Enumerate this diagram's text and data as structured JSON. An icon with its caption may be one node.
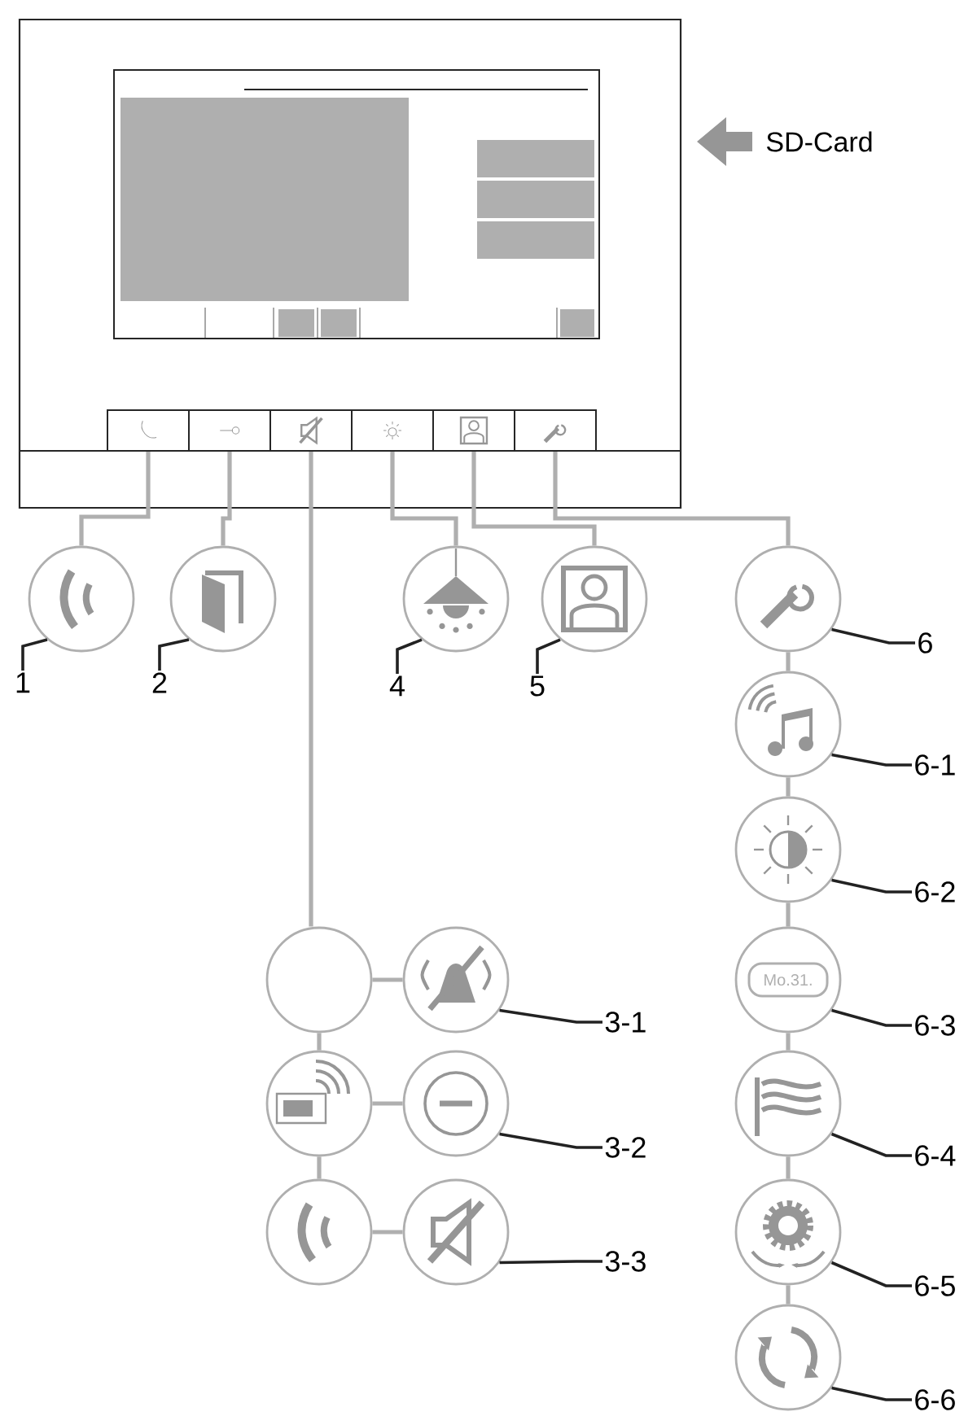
{
  "diagram": {
    "nodes": [
      {
        "text": [],
        "shape": "box"
      },
      {
        "text": [],
        "shape": "box",
        "in": 0
      },
      {
        "text": [],
        "shape": "box",
        "in": 0
      },
      {
        "text": [],
        "shape": "box",
        "in": 0
      },
      {
        "text": [],
        "shape": "box",
        "in": 0
      },
      {
        "text": [],
        "shape": "box",
        "in": 0
      },
      {
        "text": [],
        "shape": "box",
        "in": 0
      },
      {
        "text": [],
        "shape": "circle"
      },
      {
        "text": [],
        "shape": "circle"
      },
      {
        "text": [],
        "shape": "circle"
      },
      {
        "text": [],
        "shape": "circle"
      },
      {
        "text": [],
        "shape": "circle"
      },
      {
        "text": [],
        "shape": "circle"
      },
      {
        "text": [],
        "shape": "circle"
      },
      {
        "text": [
          "Mo.31."
        ]
      },
      {
        "text": [],
        "shape": "circle"
      },
      {
        "text": [],
        "shape": "circle"
      },
      {
        "text": [],
        "shape": "circle"
      },
      {
        "text": [],
        "shape": "circle"
      },
      {
        "text": [],
        "shape": "circle"
      },
      {
        "text": [],
        "shape": "circle"
      },
      {
        "text": [],
        "shape": "circle"
      },
      {
        "text": [],
        "shape": "circle"
      },
      {
        "text": [],
        "shape": "circle"
      },
      {
        "text": [
          "1"
        ]
      },
      {
        "text": [
          "2"
        ]
      },
      {
        "text": [
          "4"
        ]
      },
      {
        "text": [
          "5"
        ]
      },
      {
        "text": [
          "6"
        ]
      },
      {
        "text": [
          "6-1"
        ]
      },
      {
        "text": [
          "6-2"
        ]
      },
      {
        "text": [
          "6-3"
        ]
      },
      {
        "text": [
          "6-4"
        ]
      },
      {
        "text": [
          "6-5"
        ]
      },
      {
        "text": [
          "6-6"
        ]
      },
      {
        "text": [
          "3-1"
        ]
      },
      {
        "text": [
          "3-2"
        ]
      },
      {
        "text": [
          "3-3"
        ]
      }
    ],
    "edges": [
      {
        "from": 1,
        "to": 7,
        "arrow": "none"
      },
      {
        "from": 2,
        "to": 8,
        "arrow": "none"
      },
      {
        "from": 3,
        "to": 18,
        "arrow": "none"
      },
      {
        "from": 4,
        "to": 9,
        "arrow": "none"
      },
      {
        "from": 5,
        "to": 10,
        "arrow": "none"
      },
      {
        "from": 6,
        "to": 11,
        "arrow": "none"
      },
      {
        "from": 11,
        "to": 12,
        "arrow": "none"
      },
      {
        "from": 12,
        "to": 13,
        "arrow": "none"
      },
      {
        "from": 13,
        "to": 14,
        "arrow": "none"
      },
      {
        "from": 14,
        "to": 15,
        "arrow": "none"
      },
      {
        "from": 15,
        "to": 16,
        "arrow": "none"
      },
      {
        "from": 16,
        "to": 17,
        "arrow": "none"
      },
      {
        "from": 18,
        "to": 19,
        "arrow": "none"
      },
      {
        "from": 18,
        "to": 20,
        "arrow": "none"
      },
      {
        "from": 20,
        "to": 21,
        "arrow": "none"
      },
      {
        "from": 20,
        "to": 22,
        "arrow": "none"
      },
      {
        "from": 22,
        "to": 23,
        "arrow": "none"
      },
      {
        "from": 24,
        "to": 7,
        "arrow": "none",
        "color": "#222222"
      },
      {
        "from": 25,
        "to": 8,
        "arrow": "none",
        "color": "#222222"
      },
      {
        "from": 26,
        "to": 9,
        "arrow": "none",
        "color": "#222222"
      },
      {
        "from": 27,
        "to": 10,
        "arrow": "none",
        "color": "#222222"
      },
      {
        "from": 28,
        "to": 11,
        "arrow": "none",
        "color": "#222222"
      },
      {
        "from": 29,
        "to": 12,
        "arrow": "none",
        "color": "#222222"
      },
      {
        "from": 30,
        "to": 13,
        "arrow": "none",
        "color": "#222222"
      },
      {
        "from": 31,
        "to": 14,
        "arrow": "none",
        "color": "#222222"
      },
      {
        "from": 32,
        "to": 15,
        "arrow": "none",
        "color": "#222222"
      },
      {
        "from": 33,
        "to": 16,
        "arrow": "none",
        "color": "#222222"
      },
      {
        "from": 34,
        "to": 17,
        "arrow": "none",
        "color": "#222222"
      },
      {
        "from": 35,
        "to": 19,
        "arrow": "none",
        "color": "#222222"
      },
      {
        "from": 36,
        "to": 21,
        "arrow": "none",
        "color": "#222222"
      },
      {
        "from": 37,
        "to": 23,
        "arrow": "none",
        "color": "#222222"
      }
    ],
    "labels": [
      "SD-Card"
    ]
  }
}
